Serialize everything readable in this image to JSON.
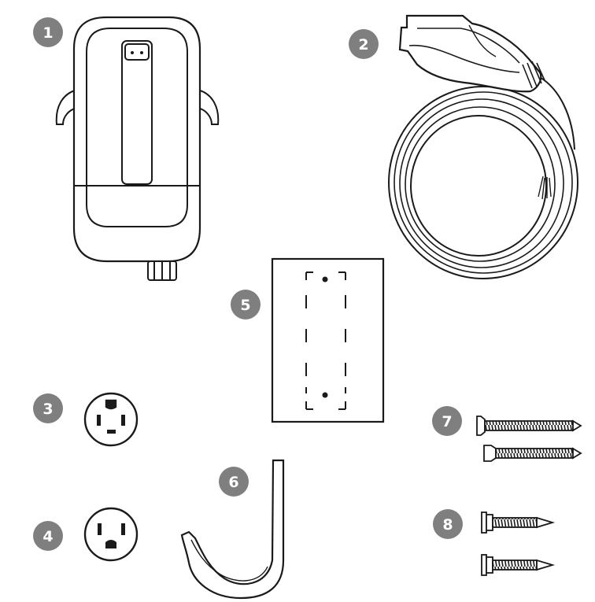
{
  "colors": {
    "badge": "#7f7f7f",
    "stroke": "#1a1a1a",
    "background": "#ffffff"
  },
  "items": [
    {
      "number": "1",
      "icon": "wall-connector-icon"
    },
    {
      "number": "2",
      "icon": "charging-cable-connector-icon"
    },
    {
      "number": "3",
      "icon": "nema-14-50-outlet-icon"
    },
    {
      "number": "4",
      "icon": "nema-5-15-outlet-icon"
    },
    {
      "number": "5",
      "icon": "mounting-template-icon"
    },
    {
      "number": "6",
      "icon": "cable-hook-icon"
    },
    {
      "number": "7",
      "icon": "long-screws-icon"
    },
    {
      "number": "8",
      "icon": "short-screws-icon"
    }
  ]
}
